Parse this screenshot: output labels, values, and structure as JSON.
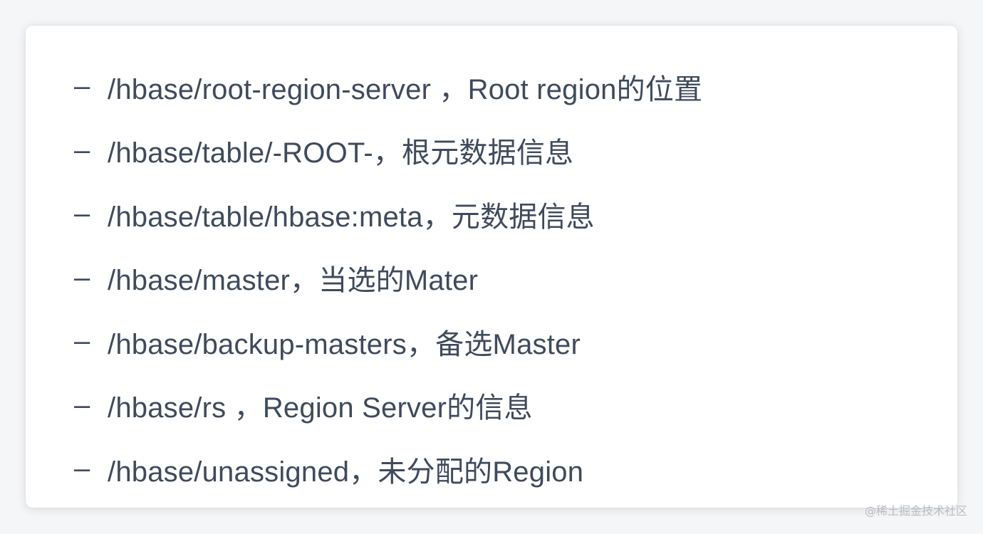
{
  "content": {
    "bullet": "–",
    "items": [
      "/hbase/root-region-server ，Root region的位置",
      "/hbase/table/-ROOT-，根元数据信息",
      "/hbase/table/hbase:meta，元数据信息",
      "/hbase/master，当选的Mater",
      "/hbase/backup-masters，备选Master",
      "/hbase/rs ，Region Server的信息",
      "/hbase/unassigned，未分配的Region"
    ]
  },
  "watermark": {
    "text": "@稀土掘金技术社区"
  }
}
